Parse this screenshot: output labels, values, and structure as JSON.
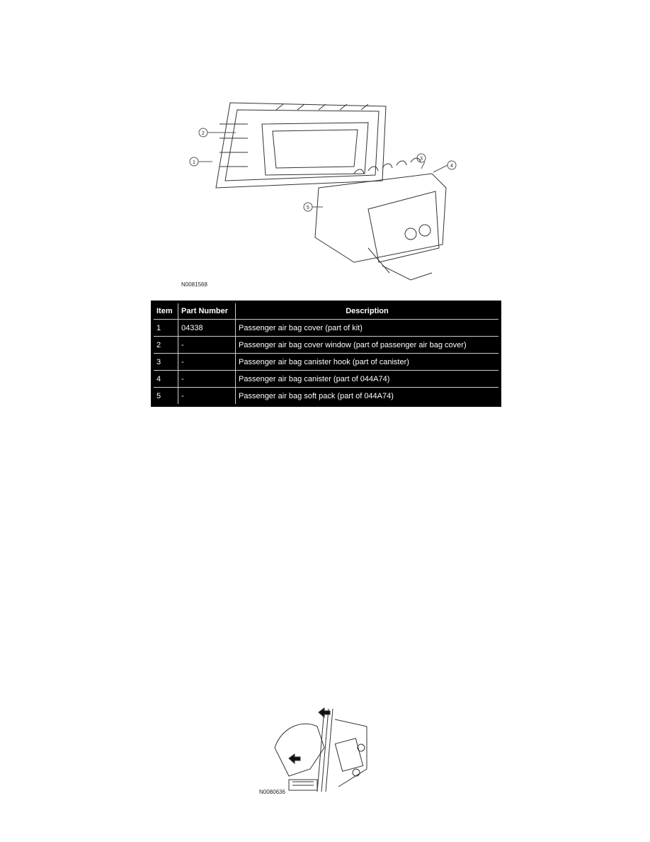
{
  "figure1": {
    "id": "N0081568",
    "callouts": [
      "1",
      "2",
      "3",
      "4",
      "5"
    ]
  },
  "table": {
    "headers": [
      "Item",
      "Part Number",
      "Description"
    ],
    "rows": [
      [
        "1",
        "04338",
        "Passenger air bag cover (part of kit)"
      ],
      [
        "2",
        "-",
        "Passenger air bag cover window (part of passenger air bag cover)"
      ],
      [
        "3",
        "-",
        "Passenger air bag canister hook (part of canister)"
      ],
      [
        "4",
        "-",
        "Passenger air bag canister (part of 044A74)"
      ],
      [
        "5",
        "-",
        "Passenger air bag soft pack (part of 044A74)"
      ]
    ]
  },
  "figure2": {
    "id": "N0080636"
  }
}
